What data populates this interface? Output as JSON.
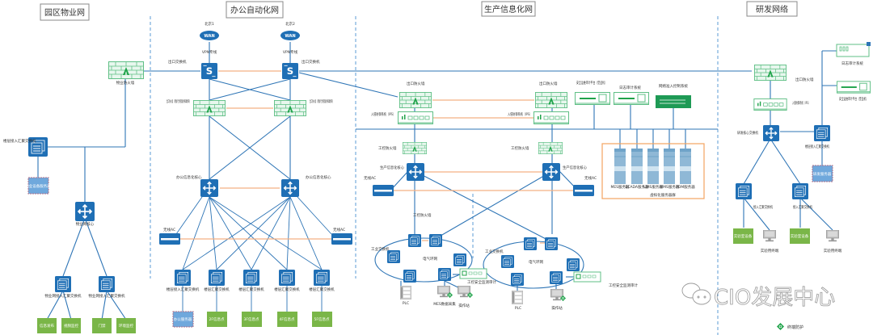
{
  "zones": [
    {
      "id": "property",
      "title": "园区物业网"
    },
    {
      "id": "office",
      "title": "办公自动化网"
    },
    {
      "id": "production",
      "title": "生产信息化网"
    },
    {
      "id": "rnd",
      "title": "研发网络"
    }
  ],
  "colors": {
    "link_blue": "#2e75b6",
    "link_orange": "#f4b183",
    "device_blue": "#1f6fb5",
    "firewall_green": "#7fd1a0",
    "terminal_green": "#7ab648",
    "server_pink_border": "#b07088",
    "server_blue": "#6fa8dc",
    "divider": "#5b9bd5",
    "rack_box": "#f4a460"
  },
  "property": {
    "firewall": "物业防火墙",
    "access_switch": "楼层接入汇聚交换机",
    "server": "物业设备服务器",
    "core": "物业网核心",
    "sw1": "物业网接入汇聚交换机",
    "sw2": "物业网接入汇聚交换机",
    "terminals": [
      "信息发布",
      "视频监控",
      "门禁",
      "环境监控"
    ]
  },
  "office": {
    "wan1_label": "北京1",
    "wan2_label": "北京2",
    "wan": "WAN",
    "vpn1": "VPN专线",
    "vpn2": "VPN专线",
    "exit_switch1": "出口交换机",
    "exit_switch2": "出口交换机",
    "fw1": "出口防火墙（增加行为管理/防病毒模块）",
    "fw2": "出口防火墙（增加行为管理/防病毒模块）",
    "core1": "办公信息化核心",
    "core2": "办公信息化核心",
    "ac1": "无线AC",
    "ac2": "无线AC",
    "switches": [
      "楼层接入汇聚交换机",
      "楼层汇聚交换机",
      "楼层汇聚交换机",
      "楼层汇聚交换机",
      "楼层汇聚交换机"
    ],
    "endpoints": [
      "办公服务器",
      "2F信息点",
      "3F信息点",
      "4F信息点",
      "5F信息点"
    ]
  },
  "production": {
    "fw1": "出口防火墙",
    "fw2": "出口防火墙",
    "ips1": "入侵防御系统（IPS）",
    "ips2": "入侵防御系统（IPS）",
    "icfw1": "工控防火墙",
    "icfw2": "工控防火墙",
    "icfw3": "工控防火墙",
    "core1": "生产信息化核心",
    "core2": "生产信息化核心",
    "ac1": "无线AC",
    "ac2": "无线AC",
    "platform1": "安全运维审计平台（堡垒机）",
    "platform2": "日志审计系统",
    "platform3": "网络准入控制系统",
    "servers": [
      "MES服务器",
      "SCADA服务器",
      "LIMS服务器",
      "WMS服务器",
      "PDM服务器"
    ],
    "rack_caption": "虚拟化服务器群",
    "ring1_label": "电气环网",
    "ring2_label": "电气环网",
    "ind_switch1": "工业交换机",
    "ind_switch2": "工业交换机",
    "monitor1": "工控安全监测审计",
    "monitor2": "工控安全监测审计",
    "plc1": "PLC",
    "plc2": "PLC",
    "ws1": "MES数据采集",
    "ws2": "操作站",
    "ws3": "操作站"
  },
  "rnd": {
    "fw": "出口防火墙",
    "ips": "入侵防御系统（IPS）",
    "dev1": "日志审计系统",
    "dev2": "安全运维审计平台（堡垒机）",
    "core": "研发核心交换机",
    "access": "楼层接入汇聚交换机",
    "server": "研发服务器",
    "sw1": "接入汇聚交换机",
    "sw2": "接入汇聚交换机",
    "dev_a": "实验室设备",
    "dev_b": "实验室设备",
    "pc_a": "实验用终端",
    "pc_b": "实验用终端"
  },
  "watermark": "CIO发展中心",
  "legend": {
    "icon": "terminal-protection-icon",
    "label": "终端防护"
  }
}
